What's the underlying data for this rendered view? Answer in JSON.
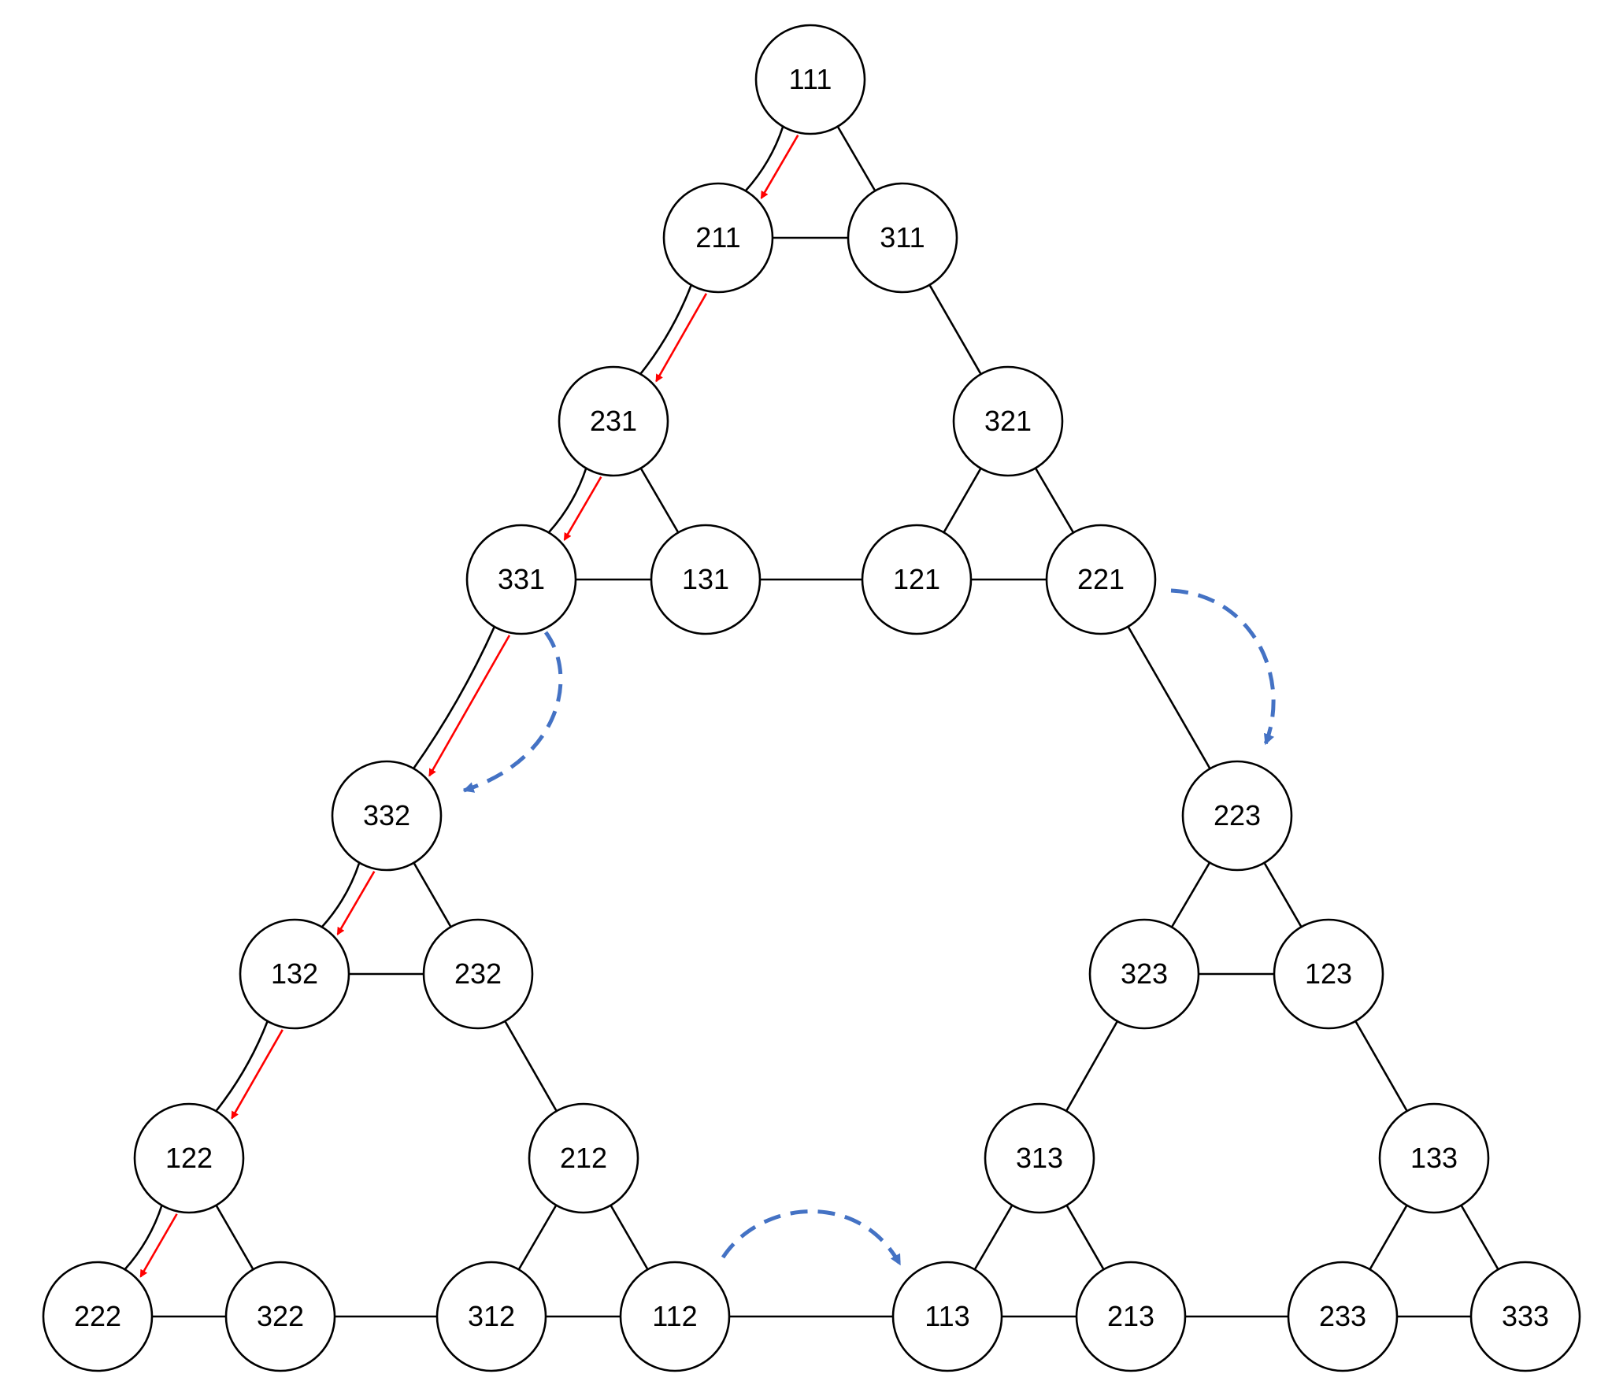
{
  "colors": {
    "background": "#ffffff",
    "node_stroke": "#000000",
    "edge": "#000000",
    "path_arrow": "#ff0000",
    "hint_arrow": "#4472c4"
  },
  "nodes": [
    {
      "id": "111",
      "label": "111"
    },
    {
      "id": "211",
      "label": "211"
    },
    {
      "id": "311",
      "label": "311"
    },
    {
      "id": "231",
      "label": "231"
    },
    {
      "id": "321",
      "label": "321"
    },
    {
      "id": "331",
      "label": "331"
    },
    {
      "id": "131",
      "label": "131"
    },
    {
      "id": "121",
      "label": "121"
    },
    {
      "id": "221",
      "label": "221"
    },
    {
      "id": "332",
      "label": "332"
    },
    {
      "id": "223",
      "label": "223"
    },
    {
      "id": "132",
      "label": "132"
    },
    {
      "id": "232",
      "label": "232"
    },
    {
      "id": "323",
      "label": "323"
    },
    {
      "id": "123",
      "label": "123"
    },
    {
      "id": "122",
      "label": "122"
    },
    {
      "id": "212",
      "label": "212"
    },
    {
      "id": "313",
      "label": "313"
    },
    {
      "id": "133",
      "label": "133"
    },
    {
      "id": "222",
      "label": "222"
    },
    {
      "id": "322",
      "label": "322"
    },
    {
      "id": "312",
      "label": "312"
    },
    {
      "id": "112",
      "label": "112"
    },
    {
      "id": "113",
      "label": "113"
    },
    {
      "id": "213",
      "label": "213"
    },
    {
      "id": "233",
      "label": "233"
    },
    {
      "id": "333",
      "label": "333"
    }
  ],
  "edges": [
    [
      "111",
      "211"
    ],
    [
      "111",
      "311"
    ],
    [
      "211",
      "311"
    ],
    [
      "211",
      "231"
    ],
    [
      "311",
      "321"
    ],
    [
      "231",
      "331"
    ],
    [
      "231",
      "131"
    ],
    [
      "331",
      "131"
    ],
    [
      "321",
      "121"
    ],
    [
      "321",
      "221"
    ],
    [
      "121",
      "221"
    ],
    [
      "131",
      "121"
    ],
    [
      "331",
      "332"
    ],
    [
      "221",
      "223"
    ],
    [
      "332",
      "132"
    ],
    [
      "332",
      "232"
    ],
    [
      "132",
      "232"
    ],
    [
      "223",
      "323"
    ],
    [
      "223",
      "123"
    ],
    [
      "323",
      "123"
    ],
    [
      "132",
      "122"
    ],
    [
      "232",
      "212"
    ],
    [
      "323",
      "313"
    ],
    [
      "123",
      "133"
    ],
    [
      "122",
      "222"
    ],
    [
      "122",
      "322"
    ],
    [
      "222",
      "322"
    ],
    [
      "212",
      "312"
    ],
    [
      "212",
      "112"
    ],
    [
      "312",
      "112"
    ],
    [
      "313",
      "113"
    ],
    [
      "313",
      "213"
    ],
    [
      "113",
      "213"
    ],
    [
      "133",
      "233"
    ],
    [
      "133",
      "333"
    ],
    [
      "233",
      "333"
    ],
    [
      "322",
      "312"
    ],
    [
      "112",
      "113"
    ],
    [
      "213",
      "233"
    ]
  ],
  "path": [
    "111",
    "211",
    "231",
    "331",
    "332",
    "132",
    "122",
    "222"
  ],
  "hint_arrows": [
    {
      "from": "331",
      "to": "332"
    },
    {
      "from": "221",
      "to": "223"
    },
    {
      "from": "112",
      "to": "113"
    }
  ]
}
